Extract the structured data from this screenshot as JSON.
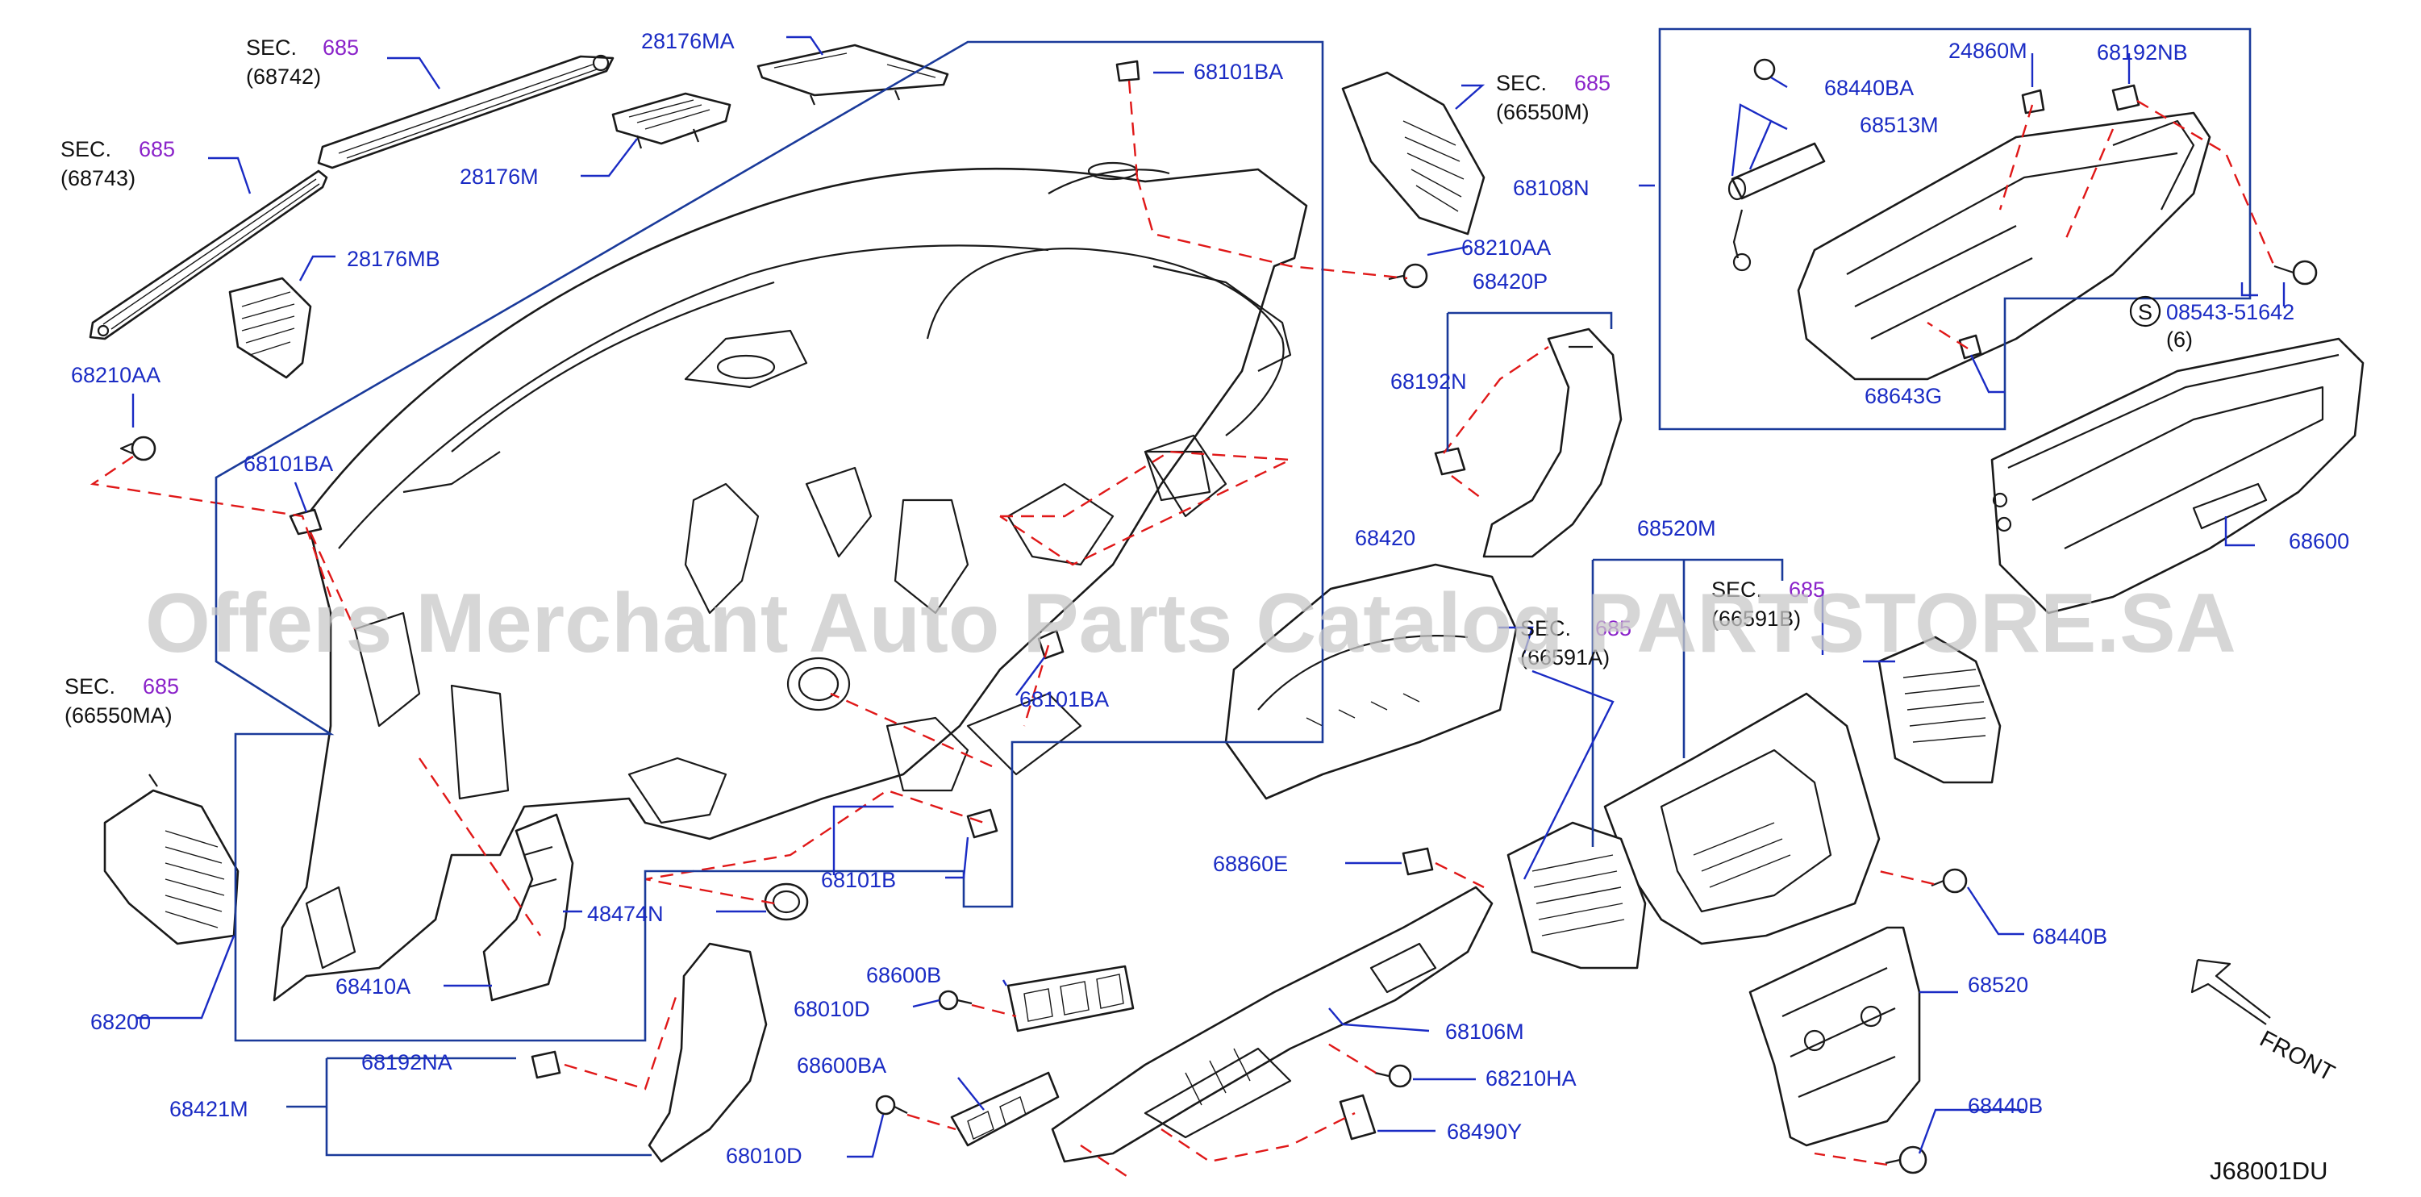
{
  "diagram": {
    "code": "J68001DU",
    "front_label": "FRONT",
    "watermark": "Offers Merchant Auto Parts Catalog PARTSTORE.SA",
    "sec_prefix": "SEC.",
    "sec_number": "685",
    "sections": [
      {
        "id": "sec-68742",
        "ref": "(68742)"
      },
      {
        "id": "sec-68743",
        "ref": "(68743)"
      },
      {
        "id": "sec-66550MA",
        "ref": "(66550MA)"
      },
      {
        "id": "sec-66550M",
        "ref": "(66550M)"
      },
      {
        "id": "sec-66591",
        "ref": "(66591A)"
      },
      {
        "id": "sec-66591b",
        "ref": "(66591B)"
      }
    ],
    "labels": [
      "28176MA",
      "28176M",
      "28176MB",
      "68210AA",
      "68101BA",
      "68101BA",
      "68101BA",
      "68200",
      "68410A",
      "48474N",
      "68101B",
      "68421M",
      "68192NA",
      "68600B",
      "68010D",
      "68600BA",
      "68010D",
      "68860E",
      "68106M",
      "68210HA",
      "68490Y",
      "68210AA",
      "68420P",
      "68192N",
      "68420",
      "68108N",
      "68440BA",
      "68513M",
      "24860M",
      "68192NB",
      "68643G",
      "08543-51642",
      "(6)",
      "68600",
      "68520M",
      "68440B",
      "68520",
      "68440B"
    ],
    "s_symbol": "S"
  }
}
